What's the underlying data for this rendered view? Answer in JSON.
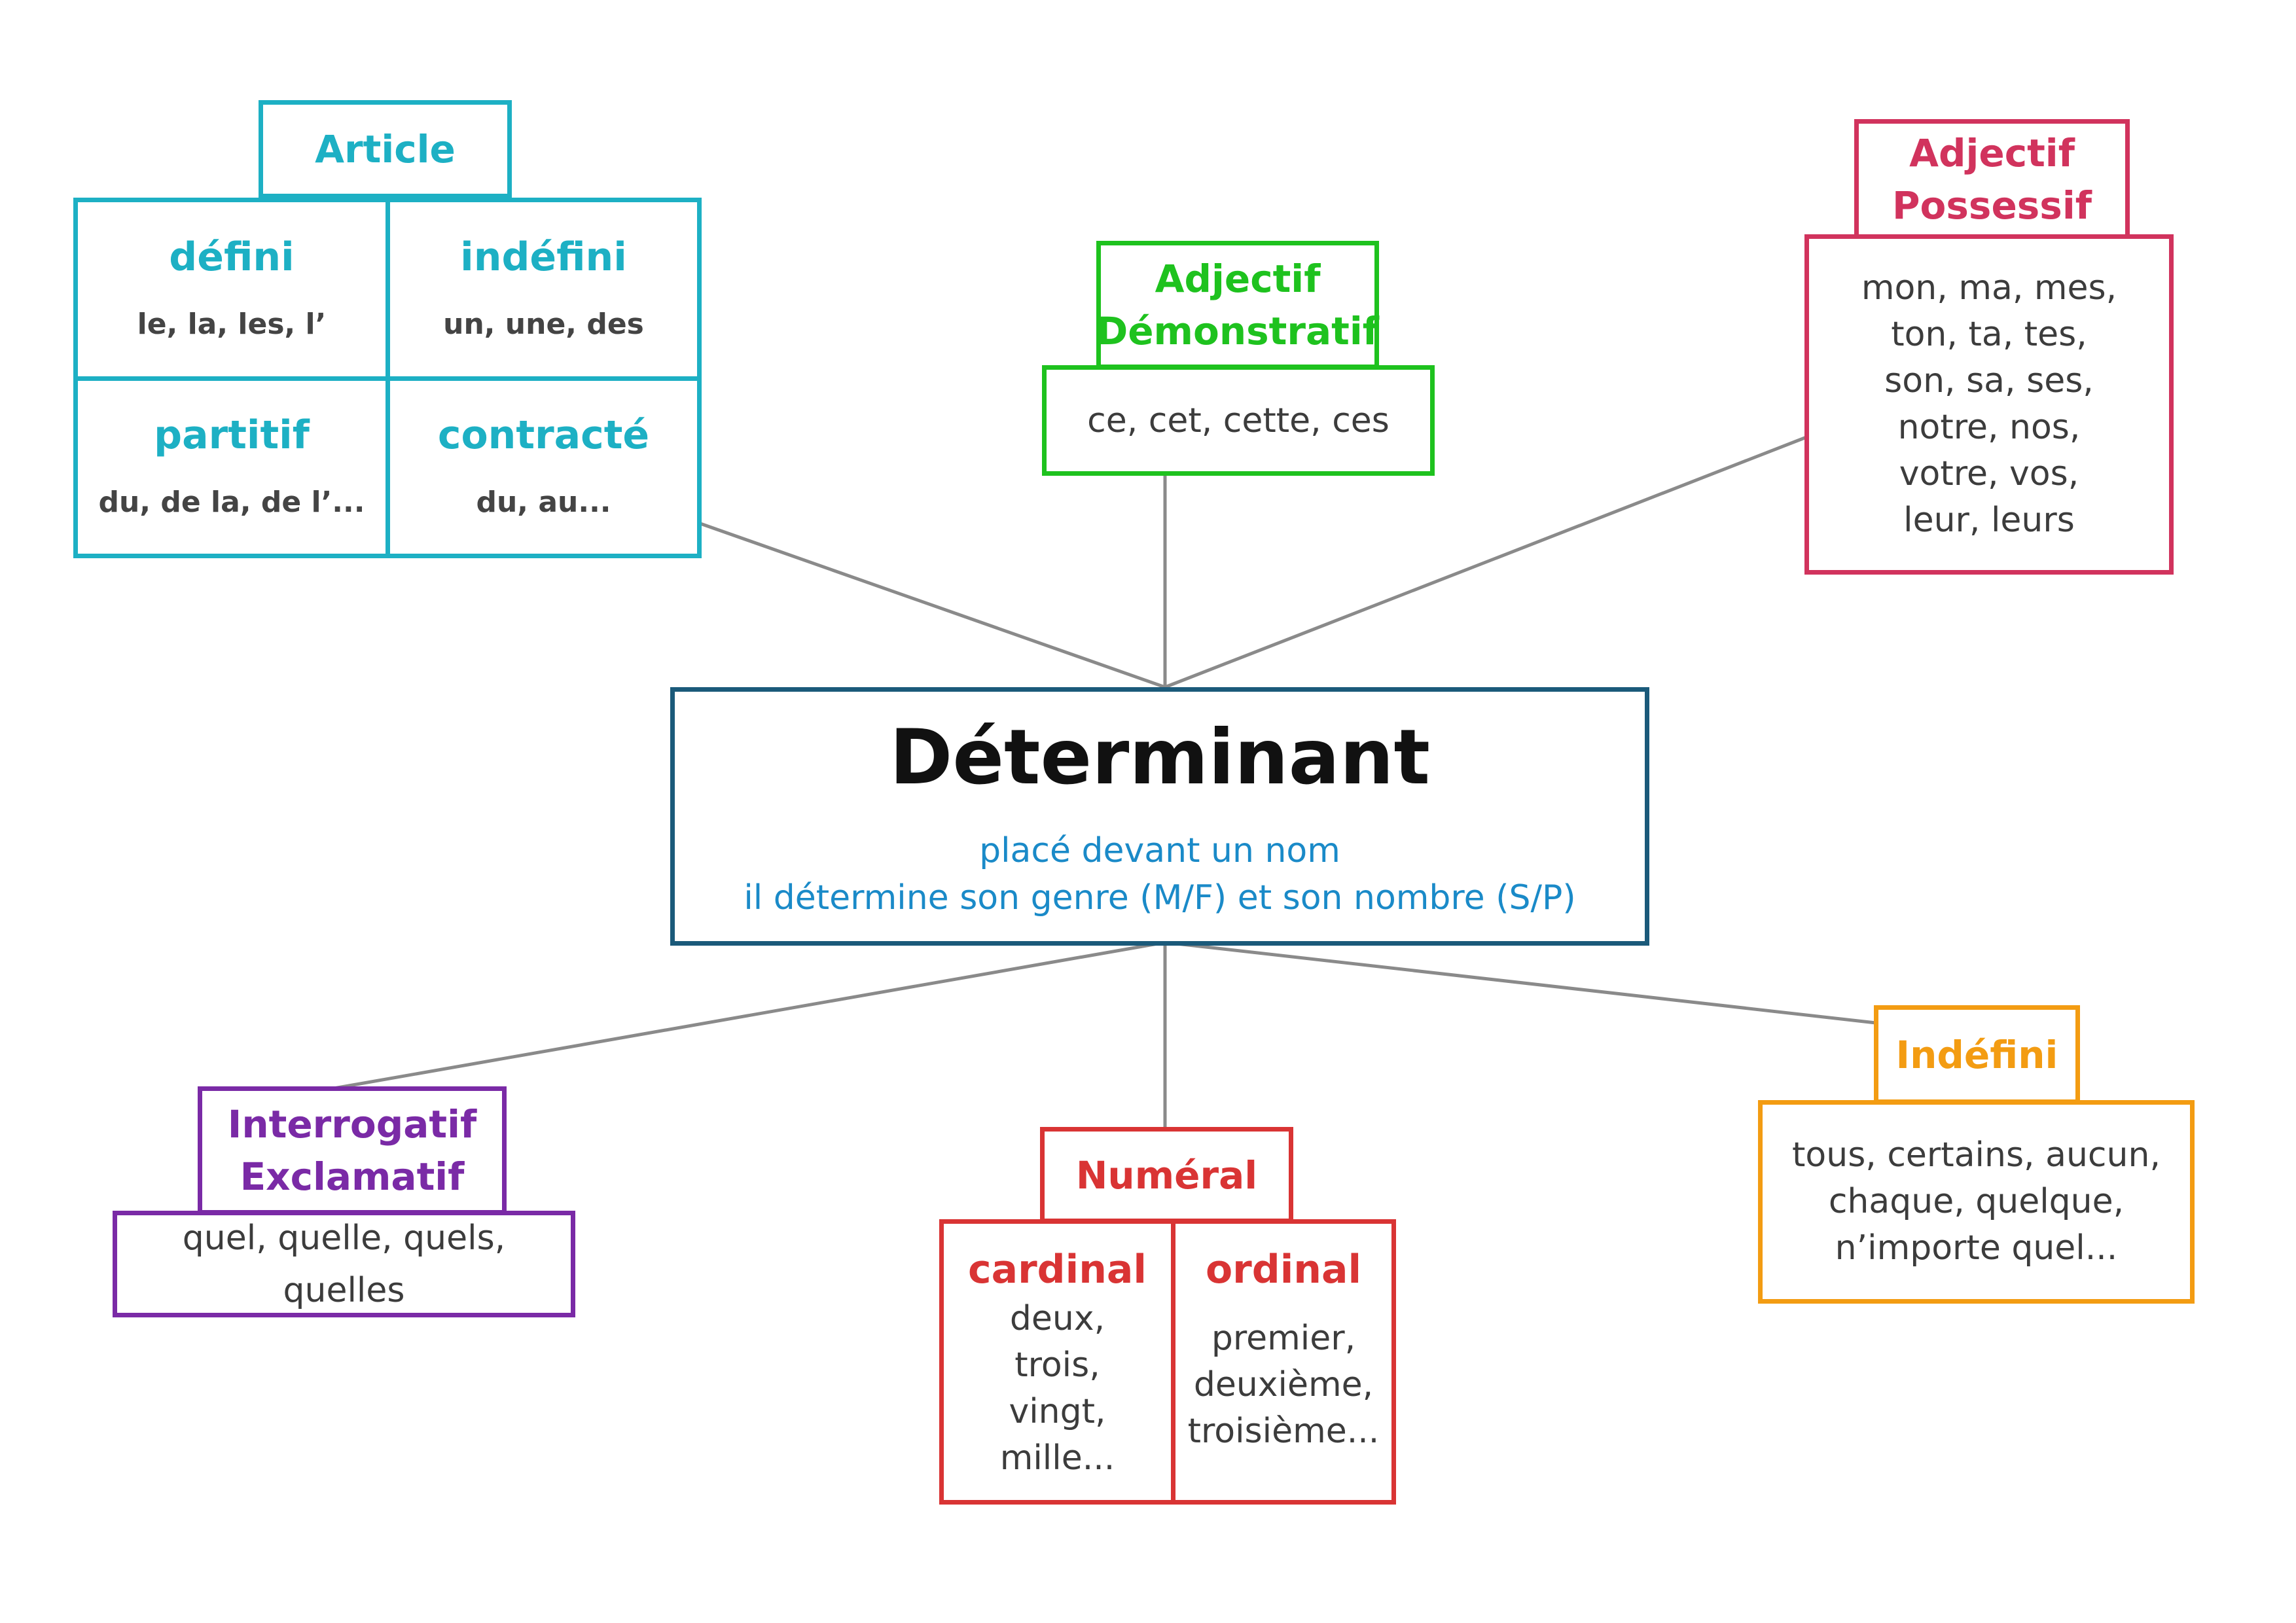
{
  "center": {
    "title": "Déterminant",
    "line1": "placé devant un nom",
    "line2": "il détermine son genre (M/F) et son nombre (S/P)"
  },
  "article": {
    "title": "Article",
    "cells": [
      {
        "name": "défini",
        "values": "le, la, les, l’"
      },
      {
        "name": "indéfini",
        "values": "un, une, des"
      },
      {
        "name": "partitif",
        "values": "du, de la, de l’..."
      },
      {
        "name": "contracté",
        "values": "du, au..."
      }
    ]
  },
  "demonstratif": {
    "title_line1": "Adjectif",
    "title_line2": "Démonstratif",
    "values": "ce, cet, cette, ces"
  },
  "possessif": {
    "title_line1": "Adjectif",
    "title_line2": "Possessif",
    "values": [
      "mon, ma, mes,",
      "ton, ta, tes,",
      "son, sa, ses,",
      "notre, nos,",
      "votre, vos,",
      "leur, leurs"
    ]
  },
  "interrogatif": {
    "title_line1": "Interrogatif",
    "title_line2": "Exclamatif",
    "values": "quel, quelle, quels, quelles"
  },
  "numeral": {
    "title": "Numéral",
    "cardinal": {
      "name": "cardinal",
      "values": [
        "deux,",
        "trois,",
        "vingt,",
        "mille..."
      ]
    },
    "ordinal": {
      "name": "ordinal",
      "values": [
        "premier,",
        "deuxième,",
        "troisième..."
      ]
    }
  },
  "indefini": {
    "title": "Indéfini",
    "values": [
      "tous, certains, aucun,",
      "chaque, quelque,",
      "n’importe quel..."
    ]
  },
  "colors": {
    "article": "#1db0c4",
    "demonstratif": "#1ec21e",
    "possessif": "#d1335d",
    "interrogatif": "#7a2aa6",
    "numeral": "#d93434",
    "indefini": "#f39c12",
    "center_border": "#1b5a7a",
    "center_subtitle": "#1a8ac8",
    "connector": "#8a8a8a"
  }
}
